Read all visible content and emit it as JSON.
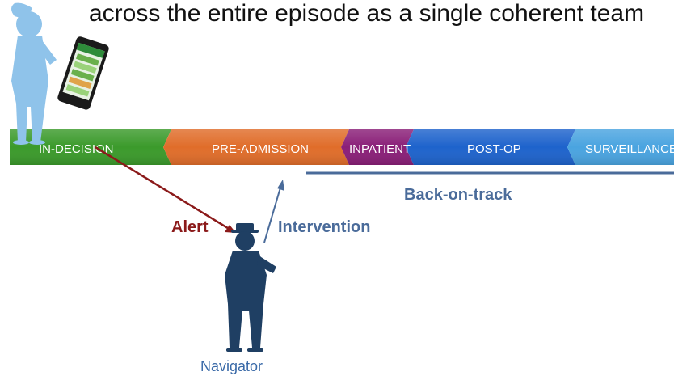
{
  "headline": "across the entire episode as a single coherent team",
  "phases": [
    {
      "label": "IN-DECISION",
      "color": "#3b9a2b"
    },
    {
      "label": "PRE-ADMISSION",
      "color": "#e06d2a"
    },
    {
      "label": "INPATIENT",
      "color": "#8a1f78"
    },
    {
      "label": "POST-OP",
      "color": "#1e63cc"
    },
    {
      "label": "SURVEILLANCE",
      "color": "#4aa4e0"
    }
  ],
  "labels": {
    "alert": "Alert",
    "intervention": "Intervention",
    "back_on_track": "Back-on-track",
    "navigator": "Navigator"
  },
  "colors": {
    "patient_figure": "#8fc3ea",
    "navigator_figure": "#1f3f63",
    "alert_arrow": "#8b1a1a",
    "intervention_arrow": "#4a6b9a",
    "track_line": "#4a6b9a"
  }
}
